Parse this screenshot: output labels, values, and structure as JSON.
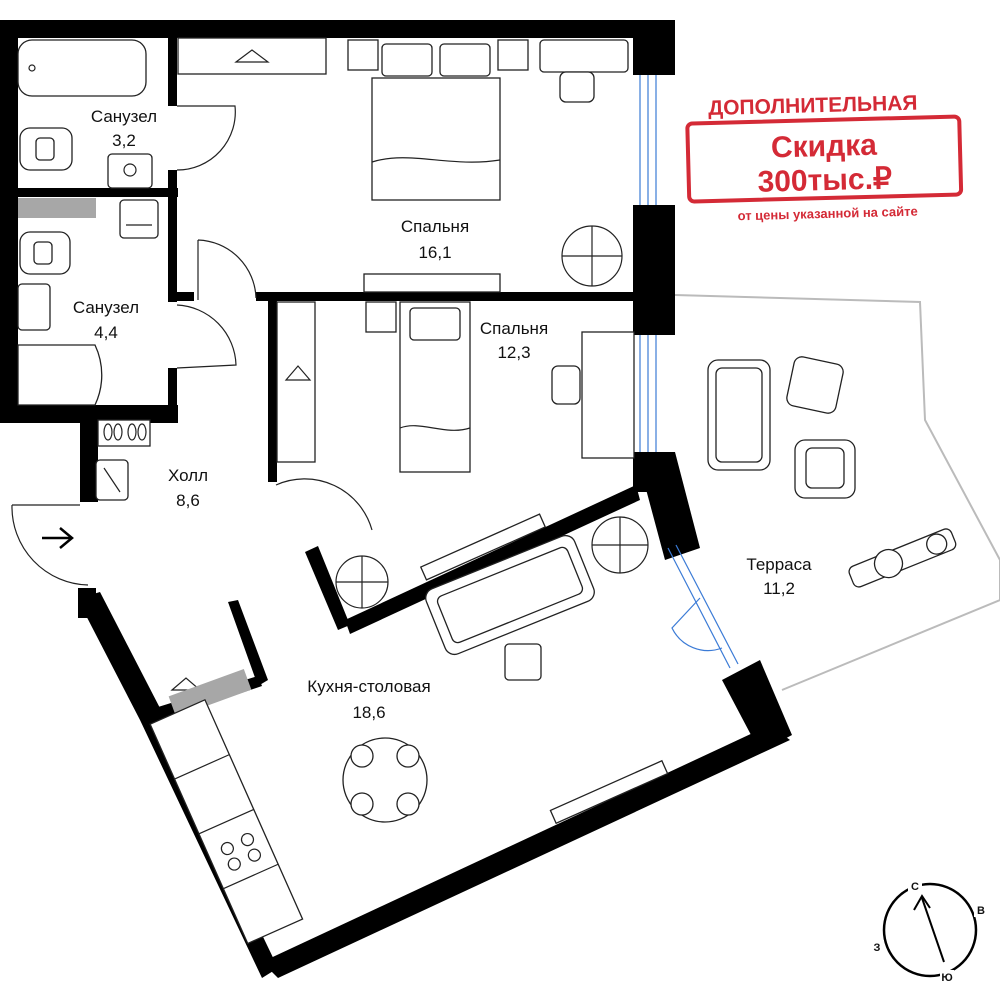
{
  "rooms": [
    {
      "name": "Санузел",
      "area": "3,2"
    },
    {
      "name": "Спальня",
      "area": "16,1"
    },
    {
      "name": "Санузел",
      "area": "4,4"
    },
    {
      "name": "Спальня",
      "area": "12,3"
    },
    {
      "name": "Холл",
      "area": "8,6"
    },
    {
      "name": "Терраса",
      "area": "11,2"
    },
    {
      "name": "Кухня-столовая",
      "area": "18,6"
    }
  ],
  "promo": {
    "headline": "ДОПОЛНИТЕЛЬНАЯ",
    "line1": "Скидка",
    "line2": "300тыс.₽",
    "note": "от цены указанной на сайте",
    "color": "#d42a36"
  },
  "compass": {
    "north": "С",
    "east": "В",
    "south": "Ю",
    "west": "З"
  },
  "entrance": {
    "icon": "arrow-right-icon"
  },
  "colors": {
    "wall": "#000000",
    "window": "#3b7bd6",
    "terrace_outline": "#bbbbbb",
    "accent": "#d42a36"
  }
}
